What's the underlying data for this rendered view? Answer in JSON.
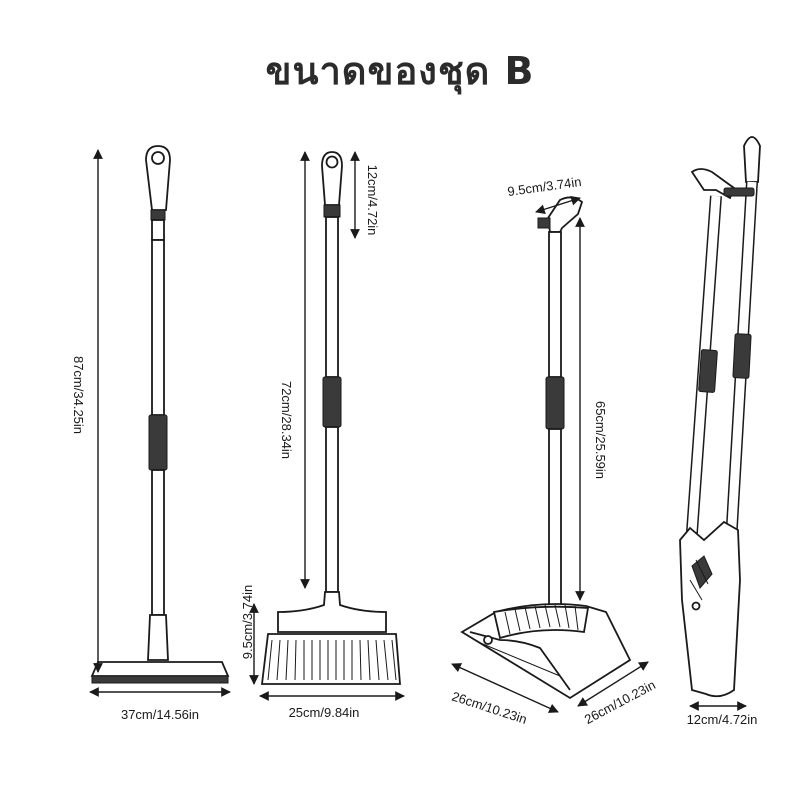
{
  "title": "ขนาดของชุด B",
  "dimensions": {
    "mop_height": "87cm/34.25in",
    "mop_width": "37cm/14.56in",
    "broom_handle_top": "12cm/4.72in",
    "broom_height": "72cm/28.34in",
    "broom_head_height": "9.5cm/3.74in",
    "broom_width": "25cm/9.84in",
    "dustpan_handle_top": "9.5cm/3.74in",
    "dustpan_height": "65cm/25.59in",
    "dustpan_width": "26cm/10.23in",
    "dustpan_depth": "26cm/10.23in",
    "stored_width": "12cm/4.72in"
  }
}
